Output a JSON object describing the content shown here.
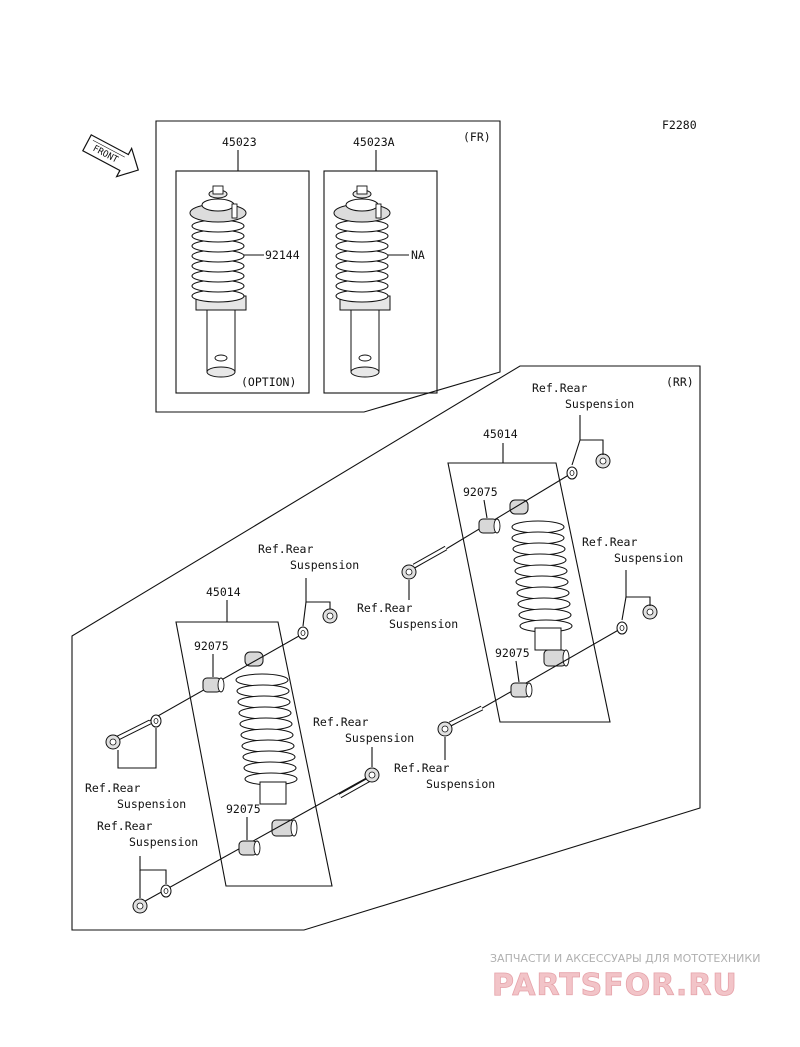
{
  "diagram": {
    "code": "F2280",
    "front_arrow_text": "FRONT",
    "fr_tag": "(FR)",
    "rr_tag": "(RR)",
    "front_section": {
      "left_part": "45023",
      "right_part": "45023A",
      "left_callout": "92144",
      "right_callout": "NA",
      "option_text": "(OPTION)"
    },
    "rear_section": {
      "upper_part": "45014",
      "lower_part": "45014",
      "bushing": "92075"
    },
    "ref": {
      "line1": "Ref.Rear",
      "line2": "Suspension"
    }
  },
  "watermark": {
    "subtitle": "ЗАПЧАСТИ И АКСЕССУАРЫ ДЛЯ МОТОТЕХНИКИ",
    "logo": "PARTSFOR.RU"
  }
}
